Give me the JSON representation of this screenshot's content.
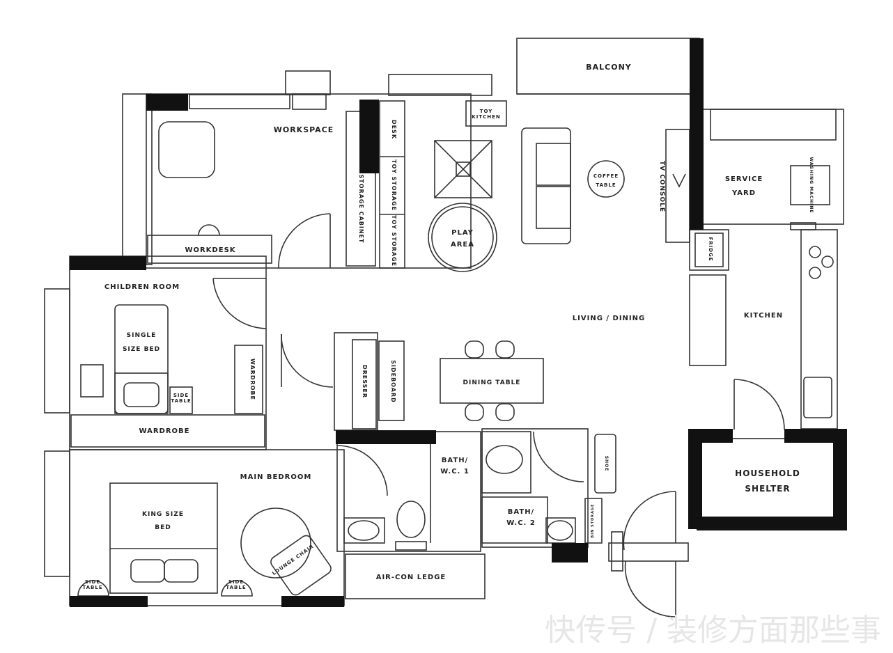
{
  "rooms": {
    "balcony": "BALCONY",
    "workspace": "WORKSPACE",
    "workdesk": "WORKDESK",
    "children_room": "CHILDREN ROOM",
    "single_bed_1": "SINGLE",
    "single_bed_2": "SIZE BED",
    "wardrobe_side": "WARDROBE",
    "wardrobe_bottom": "WARDROBE",
    "side_table_small": "SIDE\nTABLE",
    "storage_cabinet": "STORAGE CABINET",
    "desk": "DESK",
    "toy_storage_1": "TOY STORAGE",
    "toy_storage_2": "TOY STORAGE",
    "toy_kitchen": "TOY\nKITCHEN",
    "play_area_1": "PLAY",
    "play_area_2": "AREA",
    "coffee_table_1": "COFFEE",
    "coffee_table_2": "TABLE",
    "tv_console": "TV CONSOLE",
    "service_yard_1": "SERVICE",
    "service_yard_2": "YARD",
    "washing_machine": "WASHING MACHINE",
    "fridge": "FRIDGE",
    "kitchen": "KITCHEN",
    "living_dining": "LIVING / DINING",
    "dresser": "DRESSER",
    "sideboard": "SIDEBOARD",
    "dining_table": "DINING TABLE",
    "main_bedroom": "MAIN BEDROOM",
    "king_bed_1": "KING SIZE",
    "king_bed_2": "BED",
    "lounge_chair": "LOUNGE CHAIR",
    "side_table_left": "SIDE\nTABLE",
    "side_table_right": "SIDE\nTABLE",
    "bath1_1": "BATH/",
    "bath1_2": "W.C. 1",
    "bath2_1": "BATH/",
    "bath2_2": "W.C. 2",
    "shoe": "SHOE",
    "household_1": "HOUSEHOLD",
    "household_2": "SHELTER",
    "aircon_ledge": "AIR-CON LEDGE",
    "bin_storage": "BIN STORAGE"
  },
  "watermark": "快传号 / 装修方面那些事",
  "colors": {
    "wall": "#111111",
    "line": "#333333",
    "bg": "#ffffff"
  }
}
